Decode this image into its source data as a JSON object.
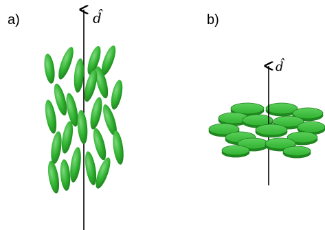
{
  "panels": {
    "a": {
      "label": "a)",
      "director_label": "d̂"
    },
    "b": {
      "label": "b)",
      "director_label": "d̂"
    }
  },
  "colors": {
    "molecule_fill": "#2fb22f",
    "molecule_dark": "#1e7a1e",
    "molecule_light": "#7dd97d",
    "axis": "#000000"
  }
}
